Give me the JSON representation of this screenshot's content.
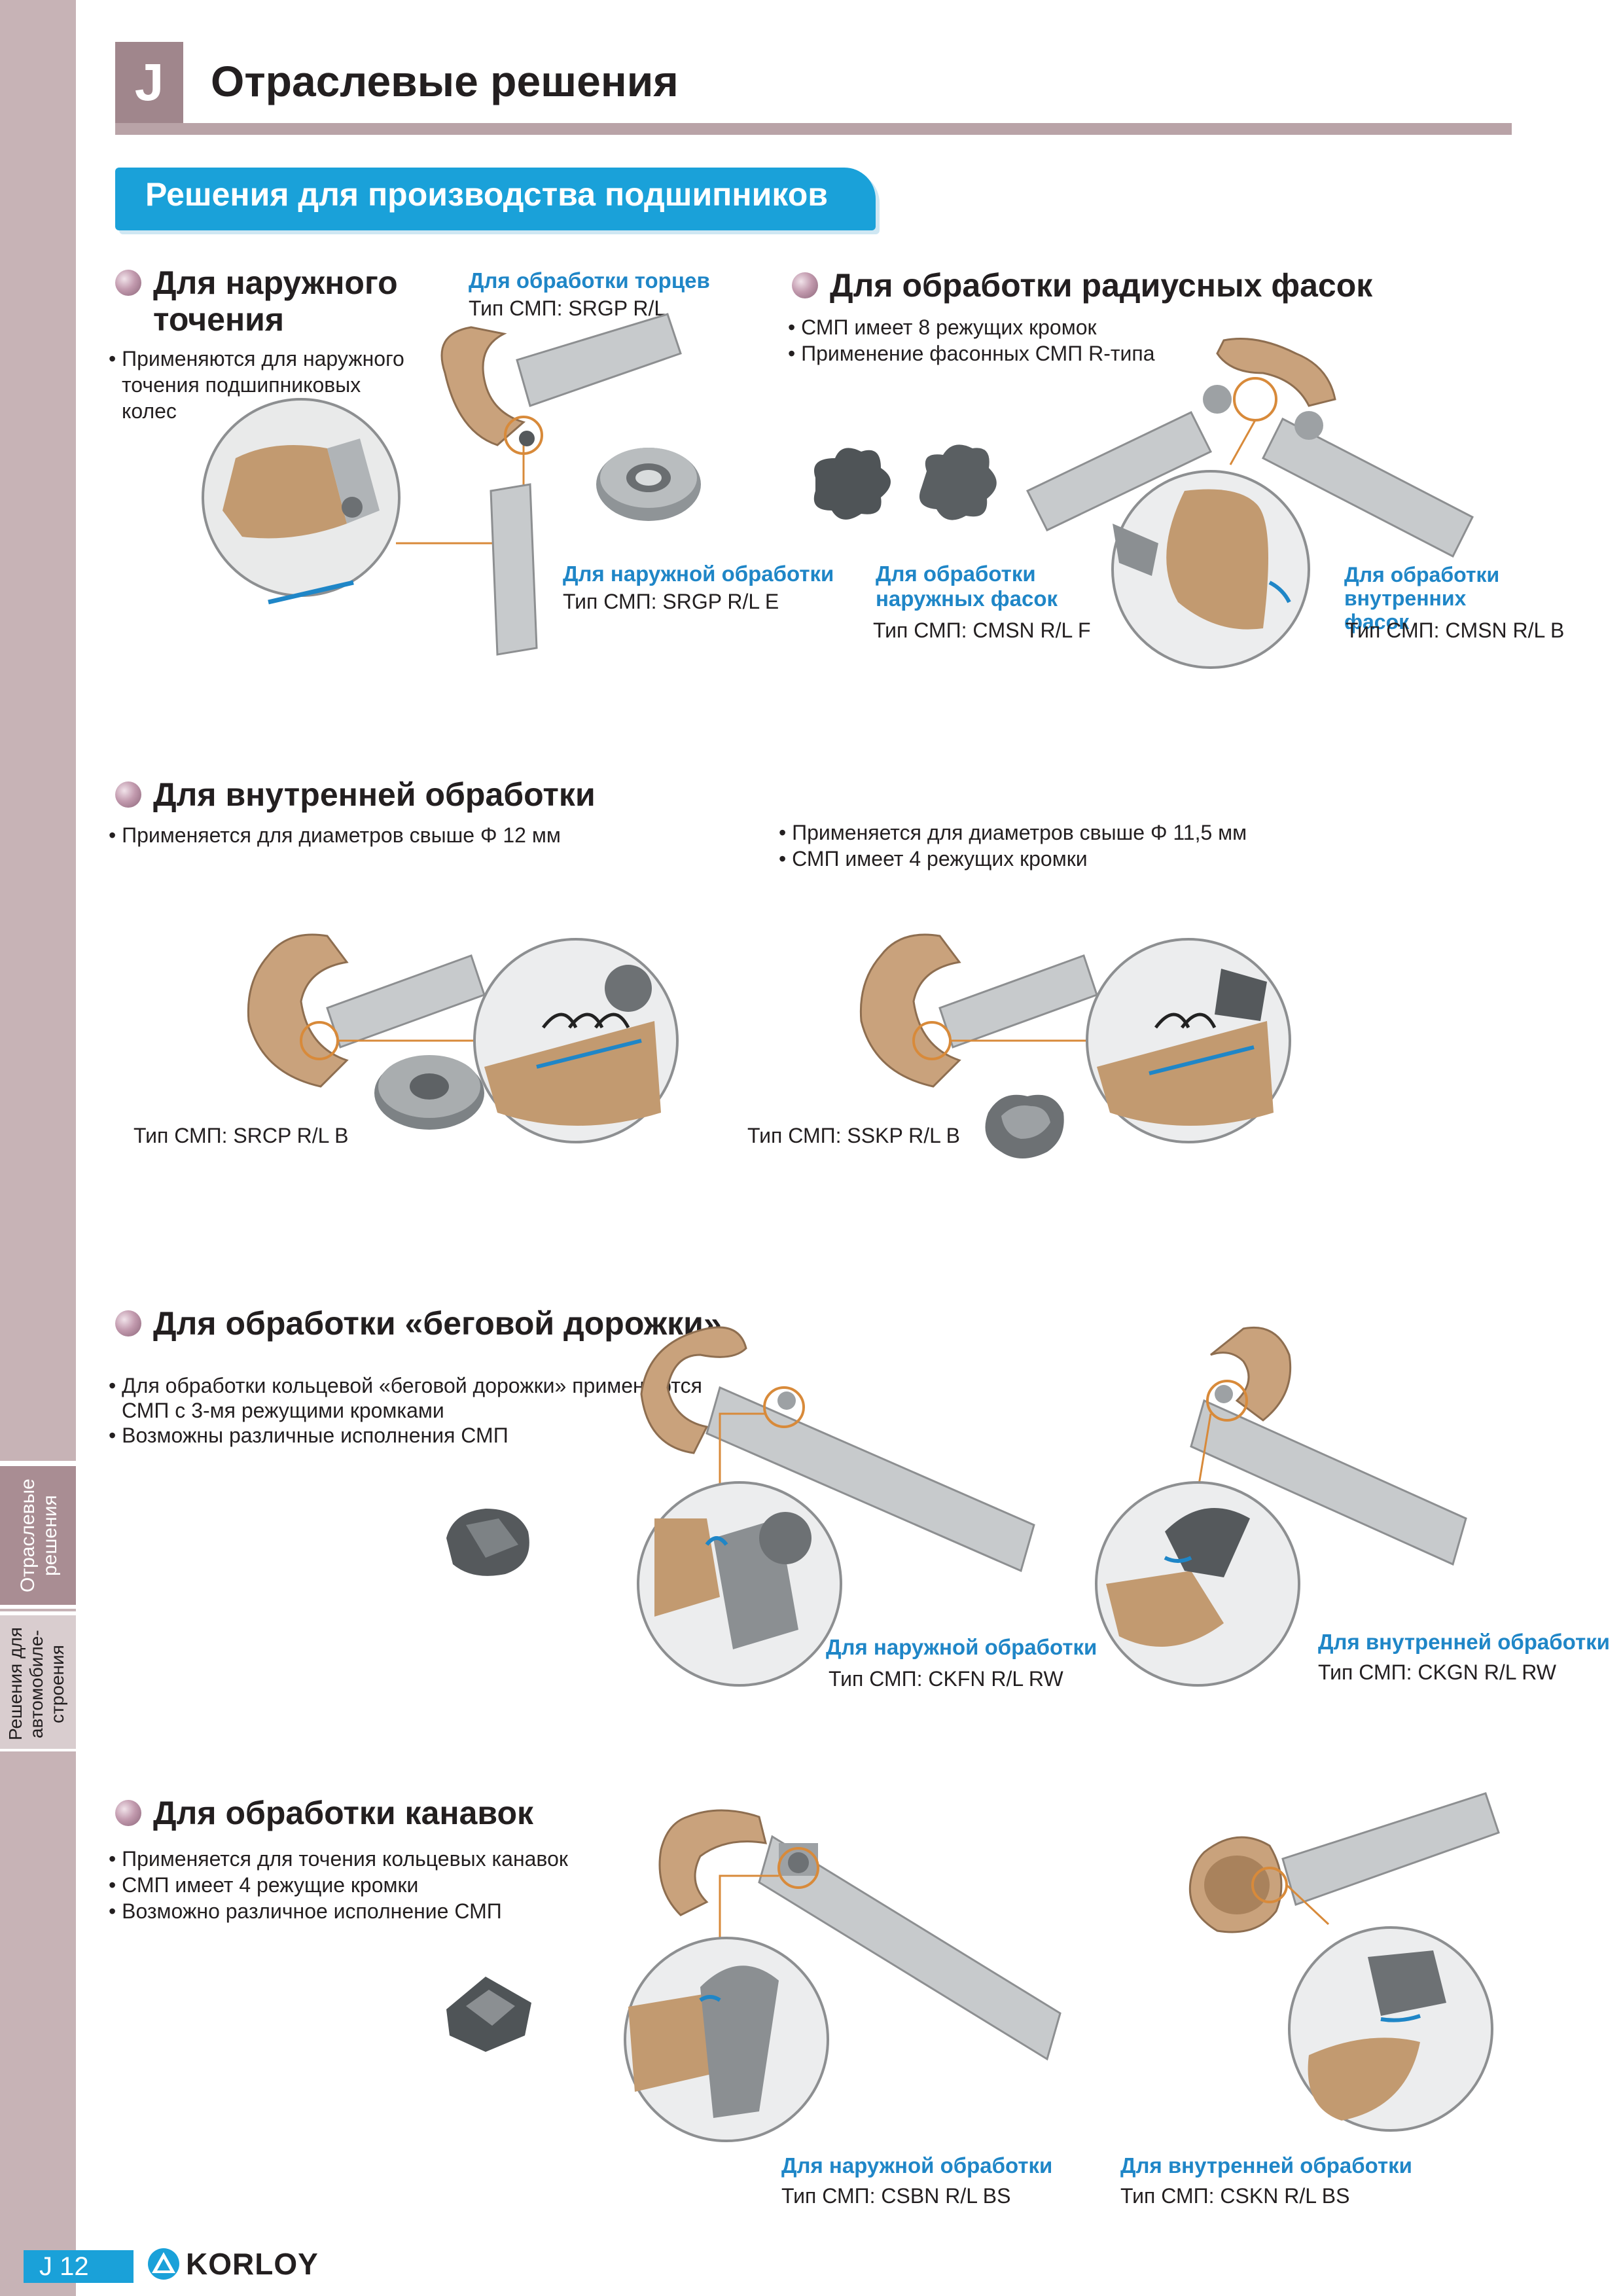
{
  "header": {
    "letter": "J",
    "title": "Отраслевые решения",
    "banner": "Решения для производства подшипников"
  },
  "sidebar": {
    "tab_active": "Отраслевые решения",
    "tab_other": "Решения для автомобиле-строения"
  },
  "sections": {
    "outer": {
      "title_line1": "Для наружного",
      "title_line2": "точения",
      "bullet1": "• Применяются для наружного",
      "bullet2": "точения  подшипниковых",
      "bullet3": "колес",
      "face_label": "Для обработки торцев",
      "face_type": "Тип СМП: SRGP R/L",
      "outer_label": "Для наружной обработки",
      "outer_type": "Тип СМП: SRGP R/L E"
    },
    "radius": {
      "title": "Для обработки радиусных фасок",
      "bullet1": "• СМП имеет 8 режущих кромок",
      "bullet2": "•  Применение фасонных СМП R-типа",
      "outer_label1": "Для обработки",
      "outer_label2": "наружных фасок",
      "outer_type": "Тип СМП: CMSN R/L F",
      "inner_label1": "Для обработки внутренних",
      "inner_label2": "фасок",
      "inner_type": "Тип СМП: CMSN R/L B"
    },
    "internal": {
      "title": "Для внутренней обработки",
      "left_bullet": "• Применяется для диаметров свыше  Φ 12 мм",
      "right_bullet1": "•  Применяется для диаметров свыше  Φ 11,5 мм",
      "right_bullet2": "•  СМП имеет 4 режущих кромки",
      "left_type": "Тип СМП: SRCP R/L B",
      "right_type": "Тип СМП: SSKP R/L B"
    },
    "raceway": {
      "title": "Для обработки «беговой дорожки»",
      "bullet1": "• Для обработки кольцевой «беговой дорожки» применяются",
      "bullet2": "СМП с 3-мя режущими кромками",
      "bullet3": "• Возможны различные исполнения СМП",
      "outer_label": "Для наружной обработки",
      "outer_type": "Тип СМП: CKFN R/L RW",
      "inner_label": "Для внутренней обработки",
      "inner_type": "Тип СМП: CKGN R/L RW"
    },
    "groove": {
      "title": "Для обработки канавок",
      "bullet1": "• Применяется для точения кольцевых канавок",
      "bullet2": "• СМП имеет 4 режущие кромки",
      "bullet3": "• Возможно различное исполнение СМП",
      "outer_label": "Для наружной обработки",
      "outer_type": "Тип СМП: CSBN R/L BS",
      "inner_label": "Для внутренней обработки",
      "inner_type": "Тип СМП: CSKN R/L BS"
    }
  },
  "footer": {
    "page": "J 12",
    "brand": "KORLOY"
  },
  "colors": {
    "accent": "#1aa1d9",
    "label_blue": "#1f86c7",
    "rail": "#c7b3b6",
    "bronze": "#c9a27c",
    "leader": "#d88a3a"
  }
}
